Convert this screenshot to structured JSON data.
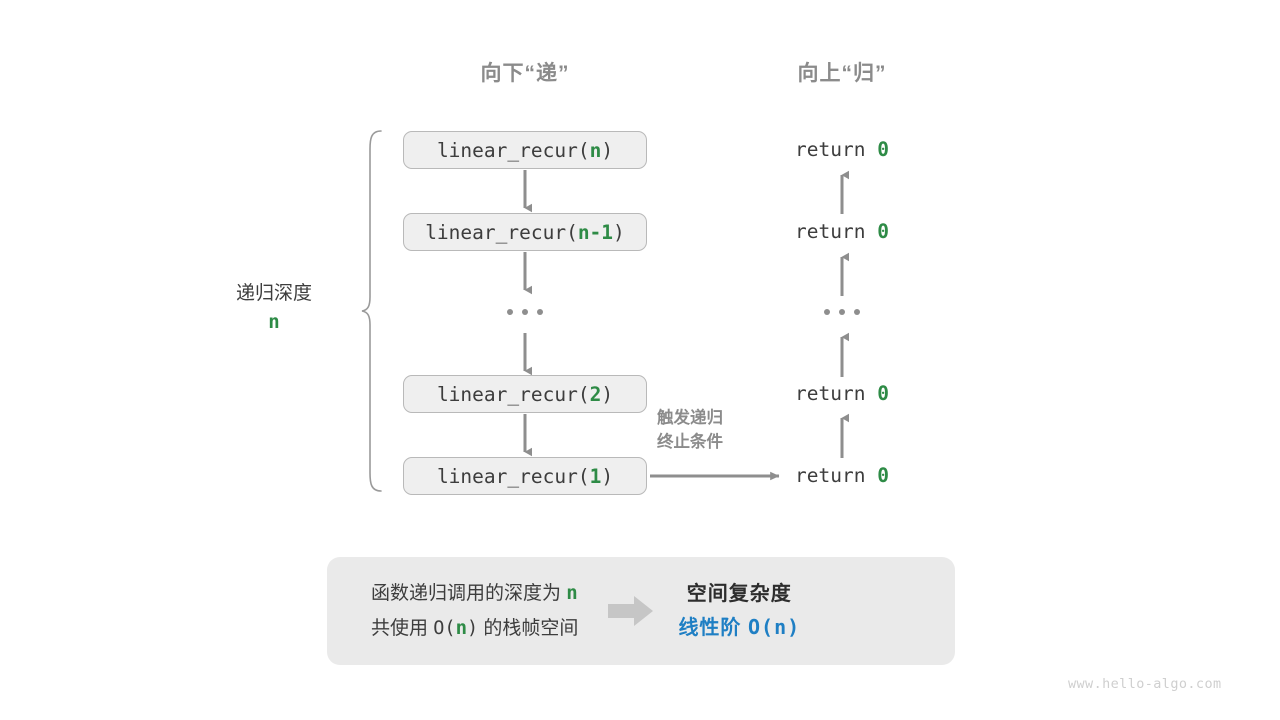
{
  "headers": {
    "down": "向下“递”",
    "up": "向上“归”"
  },
  "depth": {
    "label": "递归深度",
    "value": "n"
  },
  "calls": [
    {
      "fn": "linear_recur(",
      "arg": "n",
      "close": ")"
    },
    {
      "fn": "linear_recur(",
      "arg": "n-1",
      "close": ")"
    },
    {
      "fn": "linear_recur(",
      "arg": "2",
      "close": ")"
    },
    {
      "fn": "linear_recur(",
      "arg": "1",
      "close": ")"
    }
  ],
  "ellipsis": "...",
  "returns": [
    {
      "keyword": "return",
      "value": "0"
    },
    {
      "keyword": "return",
      "value": "0"
    },
    {
      "keyword": "return",
      "value": "0"
    },
    {
      "keyword": "return",
      "value": "0"
    }
  ],
  "trigger_note": {
    "line1": "触发递归",
    "line2": "终止条件"
  },
  "summary": {
    "left_line1_pre": "函数递归调用的深度为 ",
    "left_line1_var": "n",
    "left_line2_pre": "共使用 ",
    "left_line2_o": "O(",
    "left_line2_var": "n",
    "left_line2_close": ")",
    "left_line2_post": " 的栈帧空间",
    "arrow_icon": "right-block-arrow-icon",
    "right_title": "空间复杂度",
    "right_value_label": "线性阶 ",
    "right_value_bigo": "O(n)"
  },
  "watermark": "www.hello-algo.com",
  "colors": {
    "accent_green": "#2e8b46",
    "accent_blue": "#1f7fc4",
    "box_fill": "#efefef",
    "box_border": "#b9b9b9",
    "arrow_gray": "#8e8e8e",
    "panel_bg": "#eaeaea",
    "header_gray": "#8b8b8b",
    "text_dark": "#3d3d3d",
    "watermark_gray": "#cfcfcf"
  }
}
